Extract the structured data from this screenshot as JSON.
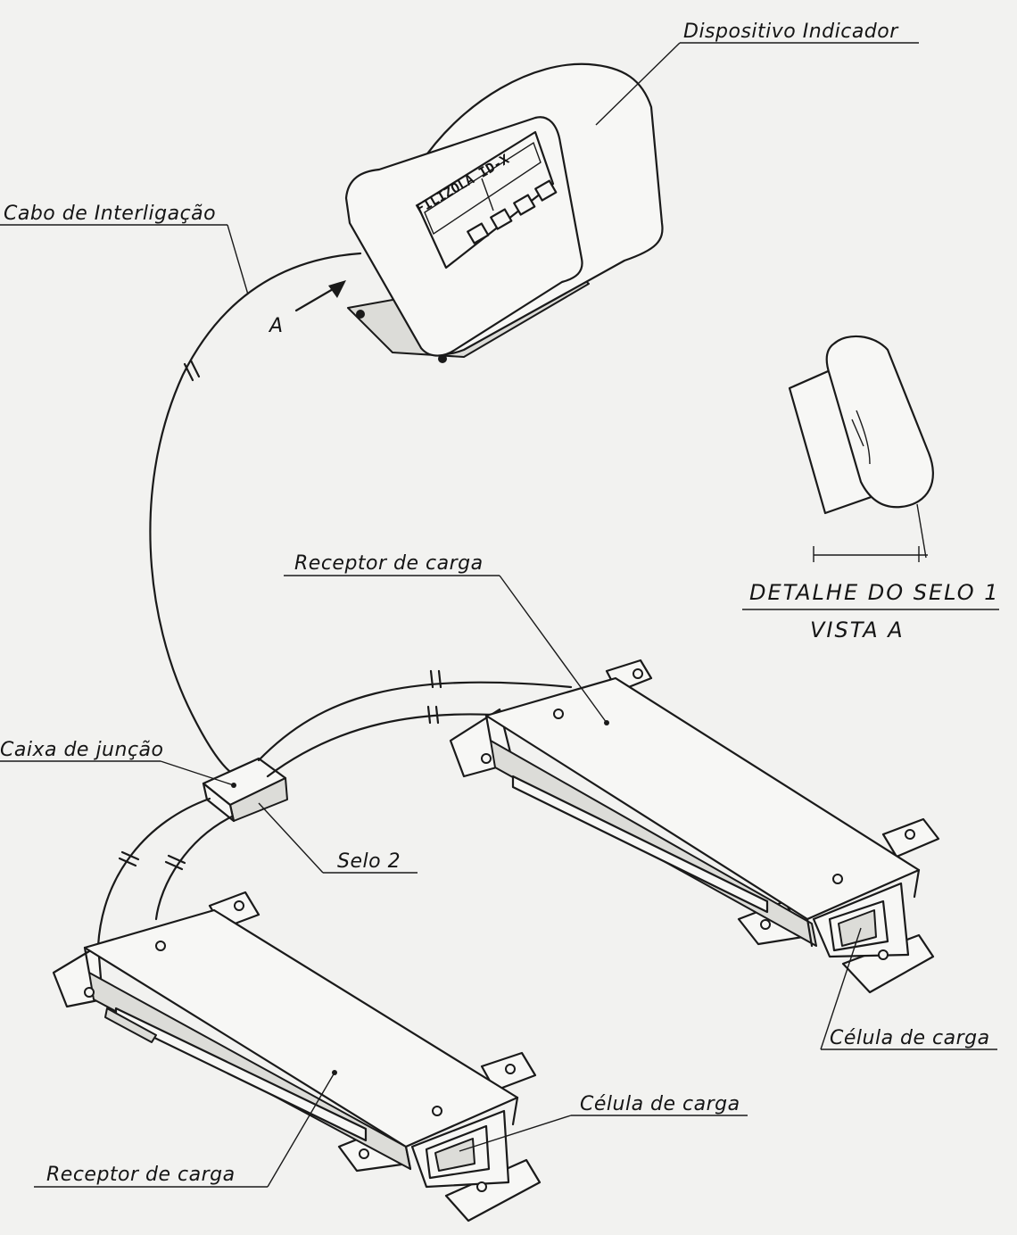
{
  "labels": {
    "dispositivo": "Dispositivo Indicador",
    "cabo": "Cabo de Interligação",
    "arrow_a": "A",
    "receptor_top": "Receptor de carga",
    "detalhe": "DETALHE DO SELO 1",
    "vista": "VISTA A",
    "caixa": "Caixa de junção",
    "selo2": "Selo 2",
    "celula_right": "Célula de carga",
    "celula_bottom": "Célula de carga",
    "receptor_bottom": "Receptor de carga"
  },
  "indicator": {
    "brand": "FILIZOLA ID-X"
  },
  "colors": {
    "ink": "#1a1a1a",
    "paper": "#f2f2f0"
  }
}
